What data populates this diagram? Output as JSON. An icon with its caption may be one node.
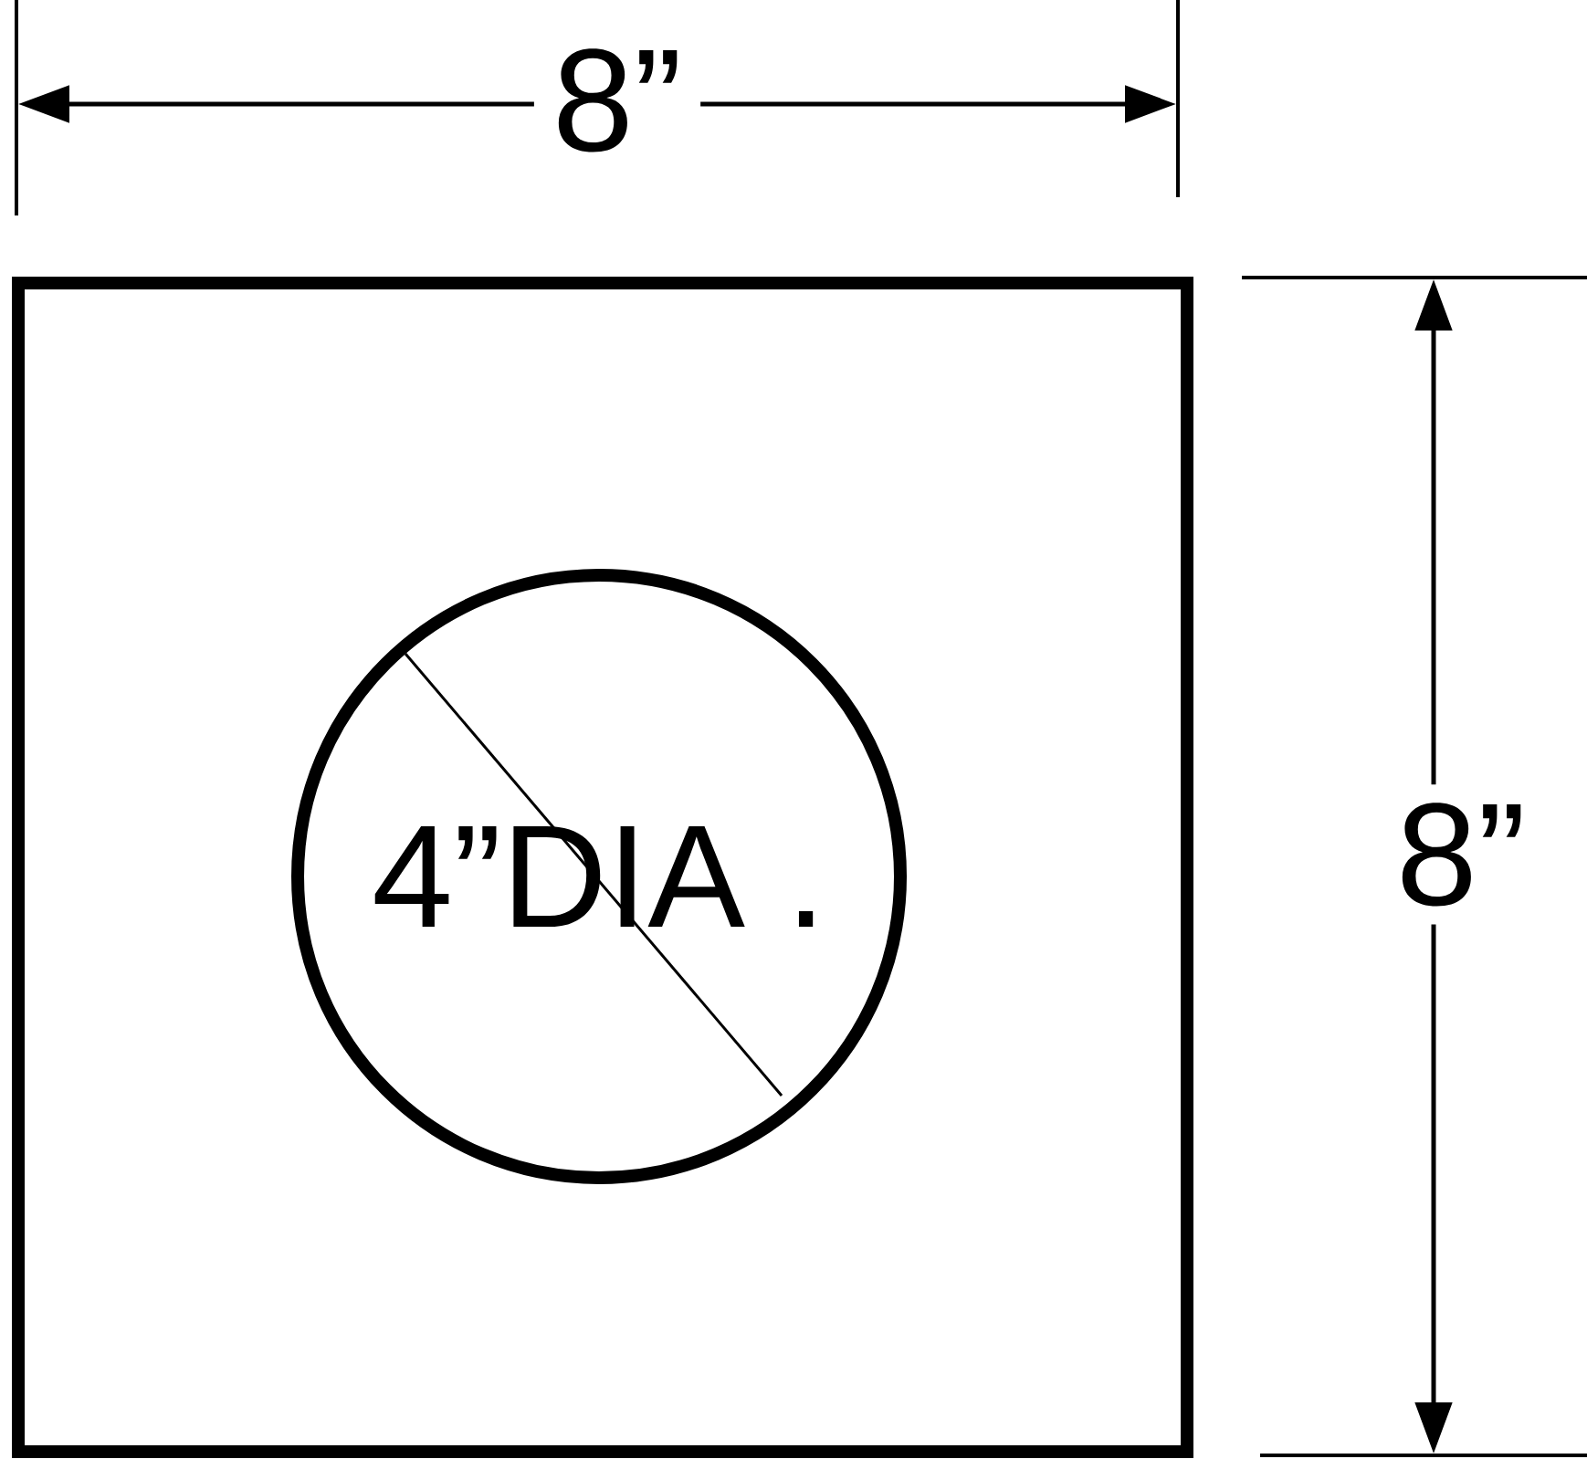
{
  "diagram": {
    "nodes": [
      {
        "text": [],
        "shape": "box"
      },
      {
        "text": [
          "4”DIA ."
        ],
        "in": 0
      }
    ],
    "labels": [
      "8”",
      "8”"
    ]
  }
}
